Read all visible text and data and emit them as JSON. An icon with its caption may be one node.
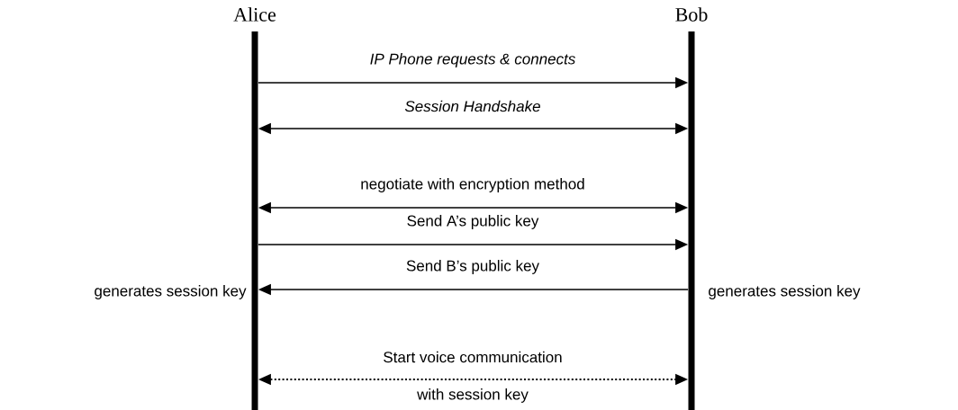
{
  "diagram": {
    "nodes": [
      {
        "text": [
          "Alice"
        ],
        "beside": [
          "generates session key"
        ]
      },
      {
        "text": [
          "Bob"
        ],
        "beside": [
          "generates session key"
        ]
      }
    ],
    "edges": [
      {
        "from": 0,
        "to": 1,
        "arrow": "to",
        "label": "IP Phone requests & connects"
      },
      {
        "from": 0,
        "to": 1,
        "arrow": "both",
        "label": "Session Handshake"
      },
      {
        "from": 0,
        "to": 1,
        "arrow": "both",
        "label": "negotiate with encryption method"
      },
      {
        "from": 0,
        "to": 1,
        "arrow": "to",
        "label": "Send A’s public key"
      },
      {
        "from": 1,
        "to": 0,
        "arrow": "to",
        "label": "Send B’s public key"
      },
      {
        "from": 0,
        "to": 1,
        "arrow": "both",
        "label": "Start voice communication",
        "style": "dashed"
      }
    ],
    "labels": [
      "with session key"
    ]
  }
}
